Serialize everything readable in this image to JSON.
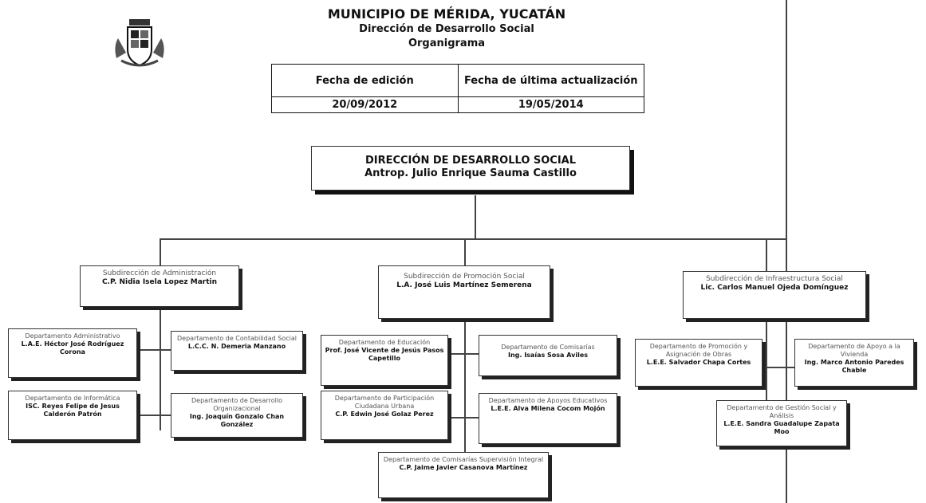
{
  "header": {
    "title": "MUNICIPIO DE MÉRIDA, YUCATÁN",
    "subtitle": "Dirección de Desarrollo Social",
    "doc_type": "Organigrama"
  },
  "dates": {
    "edition_label": "Fecha de edición",
    "update_label": "Fecha de última actualización",
    "edition_value": "20/09/2012",
    "update_value": "19/05/2014"
  },
  "org": {
    "director": {
      "unit": "DIRECCIÓN DE DESARROLLO SOCIAL",
      "head": "Antrop. Julio Enrique Sauma Castillo"
    },
    "subdirections": [
      {
        "unit": "Subdirección de Administración",
        "head": "C.P. Nidia Isela Lopez Martin"
      },
      {
        "unit": "Subdirección de Promoción Social",
        "head": "L.A. José Luis Martínez Semerena"
      },
      {
        "unit": "Subdirección de Infraestructura Social",
        "head": "Lic. Carlos Manuel Ojeda Domínguez"
      }
    ],
    "departments": [
      {
        "unit": "Departamento Administrativo",
        "head": "L.A.E. Héctor José Rodríguez Corona"
      },
      {
        "unit": "Departamento de Contabilidad Social",
        "head": "L.C.C. N. Demeria Manzano"
      },
      {
        "unit": "Departamento de Informática",
        "head": "ISC. Reyes Felipe de Jesus Calderón Patrón"
      },
      {
        "unit": "Departamento de Desarrollo Organizacional",
        "head": "Ing. Joaquín Gonzalo Chan González"
      },
      {
        "unit": "Departamento de Educación",
        "head": "Prof. José Vicente de Jesús Pasos Capetillo"
      },
      {
        "unit": "Departamento de Comisarías",
        "head": "Ing. Isaías Sosa Aviles"
      },
      {
        "unit": "Departamento de Participación Ciudadana Urbana",
        "head": "C.P. Edwin José Golaz Perez"
      },
      {
        "unit": "Departamento de Apoyos Educativos",
        "head": "L.E.E. Alva Milena Cocom Mojón"
      },
      {
        "unit": "Departamento de Comisarías Supervisión Integral",
        "head": "C.P. Jaime Javier Casanova Martínez"
      },
      {
        "unit": "Departamento de Promoción y Asignación de Obras",
        "head": "L.E.E. Salvador Chapa Cortes"
      },
      {
        "unit": "Departamento de Apoyo a la Vivienda",
        "head": "Ing. Marco Antonio Paredes Chable"
      },
      {
        "unit": "Departamento de Gestión Social y Análisis",
        "head": "L.E.E. Sandra Guadalupe Zapata Moo"
      }
    ]
  }
}
